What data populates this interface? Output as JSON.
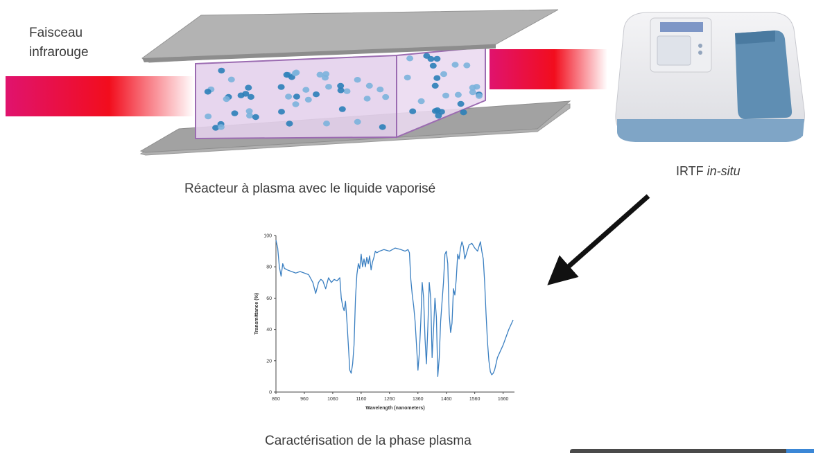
{
  "labels": {
    "ir_beam_line1": "Faisceau",
    "ir_beam_line2": "infrarouge",
    "reactor_caption": "Réacteur à plasma avec le liquide vaporisé",
    "ftir_prefix": "IRTF ",
    "ftir_italic": "in-situ",
    "plasma_caption": "Caractérisation de la phase plasma"
  },
  "colors": {
    "beam_start": "#e0136e",
    "beam_mid": "#f20d1d",
    "plate": "#a7a7a7",
    "chamber": "#e4d0ec",
    "chamber_edge": "#9b6bb1",
    "particle_dark": "#2b7fb8",
    "particle_light": "#7bb3dc",
    "spectrum_line": "#3a7fc1",
    "arrow": "#111111"
  },
  "icons": {
    "spectrometer": "ftir-spectrometer-icon",
    "arrow": "diagonal-arrow-icon"
  },
  "chart_data": {
    "type": "line",
    "xlabel": "Wavelength (nanometers)",
    "ylabel": "Transmittance (%)",
    "xlim": [
      860,
      1700
    ],
    "ylim": [
      0,
      100
    ],
    "x_ticks": [
      860,
      960,
      1060,
      1160,
      1260,
      1360,
      1460,
      1560,
      1660
    ],
    "y_ticks": [
      0,
      20,
      40,
      60,
      80,
      100
    ],
    "series": [
      {
        "x": [
          860,
          866,
          872,
          878,
          884,
          890,
          900,
          915,
          930,
          945,
          960,
          975,
          990,
          1000,
          1010,
          1018,
          1025,
          1035,
          1045,
          1055,
          1065,
          1075,
          1085,
          1090,
          1095,
          1100,
          1105,
          1110,
          1115,
          1120,
          1125,
          1130,
          1135,
          1140,
          1145,
          1150,
          1155,
          1160,
          1165,
          1170,
          1175,
          1180,
          1185,
          1190,
          1195,
          1200,
          1205,
          1210,
          1215,
          1225,
          1240,
          1260,
          1280,
          1300,
          1315,
          1325,
          1330,
          1335,
          1340,
          1345,
          1350,
          1355,
          1360,
          1365,
          1370,
          1375,
          1380,
          1385,
          1390,
          1395,
          1400,
          1405,
          1410,
          1415,
          1420,
          1425,
          1430,
          1435,
          1440,
          1445,
          1450,
          1455,
          1460,
          1465,
          1470,
          1475,
          1480,
          1485,
          1490,
          1495,
          1500,
          1505,
          1510,
          1515,
          1520,
          1525,
          1530,
          1540,
          1550,
          1560,
          1570,
          1575,
          1580,
          1585,
          1590,
          1595,
          1600,
          1605,
          1610,
          1615,
          1620,
          1625,
          1630,
          1635,
          1640,
          1650,
          1660,
          1670,
          1680,
          1690,
          1695
        ],
        "y": [
          97,
          92,
          80,
          74,
          82,
          79,
          78,
          77,
          76,
          77,
          76,
          75,
          70,
          63,
          70,
          72,
          71,
          66,
          73,
          70,
          72,
          71,
          73,
          60,
          55,
          52,
          58,
          45,
          30,
          14,
          12,
          18,
          30,
          60,
          75,
          82,
          79,
          88,
          80,
          85,
          80,
          86,
          82,
          87,
          78,
          83,
          86,
          90,
          89,
          90,
          91,
          90,
          92,
          91,
          90,
          91,
          89,
          72,
          62,
          55,
          45,
          30,
          14,
          25,
          45,
          70,
          60,
          34,
          18,
          42,
          70,
          60,
          22,
          40,
          60,
          48,
          10,
          22,
          45,
          58,
          70,
          88,
          90,
          82,
          50,
          38,
          44,
          66,
          62,
          72,
          88,
          85,
          92,
          96,
          93,
          85,
          88,
          94,
          95,
          92,
          90,
          93,
          96,
          90,
          85,
          70,
          50,
          32,
          20,
          13,
          11,
          12,
          14,
          18,
          22,
          26,
          30,
          35,
          40,
          44,
          46
        ]
      }
    ]
  }
}
